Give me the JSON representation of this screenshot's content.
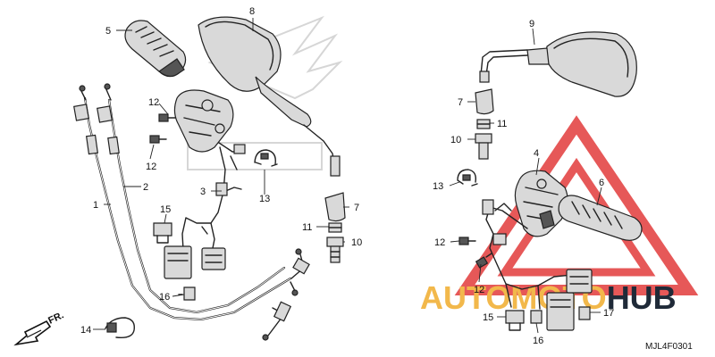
{
  "figure_code": "MJL4F0301",
  "direction_label": "FR.",
  "watermark": {
    "prefix": "AUTO",
    "middle": "MOTO",
    "suffix": "HUB",
    "colors": {
      "prefix": "#f2b84b",
      "middle": "#f2b84b",
      "suffix": "#1f2a38",
      "triangle": "#e23b3b"
    }
  },
  "callouts": {
    "c1": "1",
    "c2": "2",
    "c3": "3",
    "c4": "4",
    "c5": "5",
    "c6": "6",
    "c7a": "7",
    "c7b": "7",
    "c8": "8",
    "c9": "9",
    "c10a": "10",
    "c10b": "10",
    "c11a": "11",
    "c11b": "11",
    "c12a": "12",
    "c12b": "12",
    "c12c": "12",
    "c12d": "12",
    "c13a": "13",
    "c13b": "13",
    "c14": "14",
    "c15a": "15",
    "c15b": "15",
    "c16a": "16",
    "c16b": "16",
    "c17": "17"
  }
}
